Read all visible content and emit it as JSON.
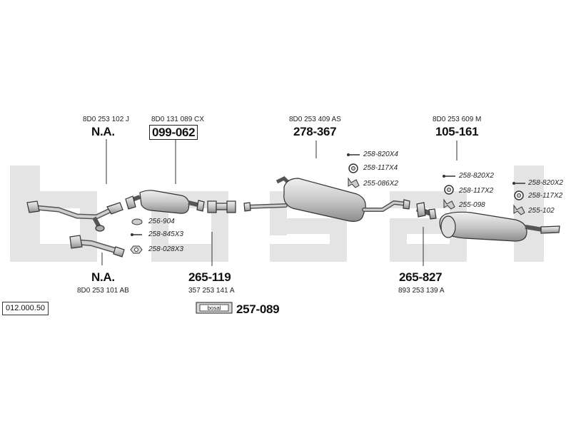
{
  "diagram_code": "012.000.50",
  "brand_text": "bosal",
  "parts": {
    "front_pipe_upper": {
      "oem": "8D0 253 102 J",
      "number": "N.A."
    },
    "catalyst": {
      "oem": "8D0 131 089 CX",
      "number": "099-062"
    },
    "front_pipe_lower": {
      "number": "N.A.",
      "oem": "8D0 253 101 AB"
    },
    "intermediate_pipe": {
      "number": "265-119",
      "oem": "357 253 141 A"
    },
    "centre_silencer": {
      "oem": "8D0 253 409 AS",
      "number": "278-367"
    },
    "connecting_pipe": {
      "number": "265-827",
      "oem": "893 253 139 A"
    },
    "rear_silencer": {
      "oem": "8D0 253 609 M",
      "number": "105-161"
    },
    "mounting_kit": {
      "number": "257-089"
    }
  },
  "accessories": {
    "front": [
      "256-904",
      "258-845X3",
      "258-028X3"
    ],
    "centre": [
      "258-820X4",
      "258-117X4",
      "255-086X2"
    ],
    "rear_left": [
      "258-820X2",
      "258-117X2",
      "255-098"
    ],
    "rear_right": [
      "258-820X2",
      "258-117X2",
      "255-102"
    ]
  },
  "colors": {
    "watermark": "#e4e4e4",
    "line": "#333333",
    "part_fill": "#d8d8d8"
  }
}
